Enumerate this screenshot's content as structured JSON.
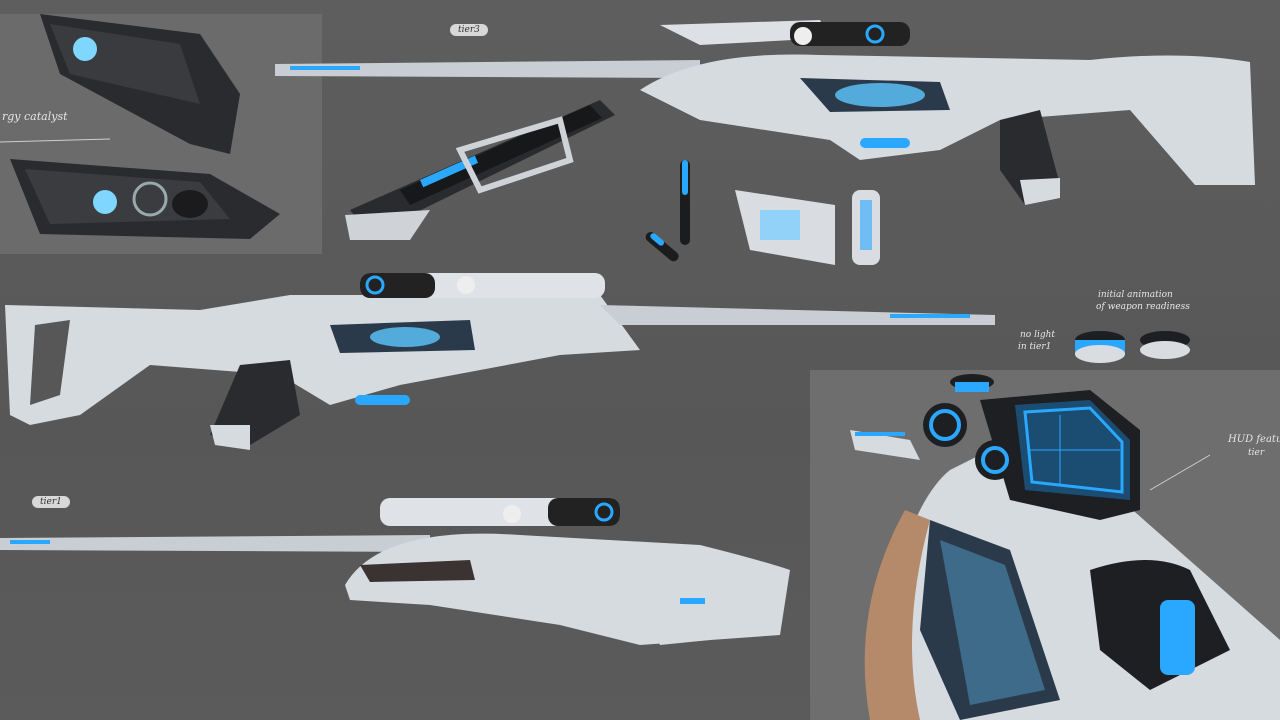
{
  "annotations": {
    "energy_catalyst": "rgy catalyst",
    "tier3": "tier3",
    "tier1": "tier1",
    "initial_animation_1": "initial animation",
    "initial_animation_2": "of weapon readiness",
    "no_light_1": "no light",
    "no_light_2": "in tier1",
    "hud_1": "HUD feature",
    "hud_2": "tier"
  },
  "colors": {
    "background": "#5a5a5a",
    "body_white": "#d9dde2",
    "accent_blue": "#2aa8ff",
    "dark": "#1e1f22"
  },
  "icons": {
    "energy_catalyst": "energy-catalyst-icon",
    "rifle": "sniper-rifle-icon",
    "scope": "scope-icon",
    "magazine": "magazine-icon",
    "bullet": "bullet-icon"
  }
}
